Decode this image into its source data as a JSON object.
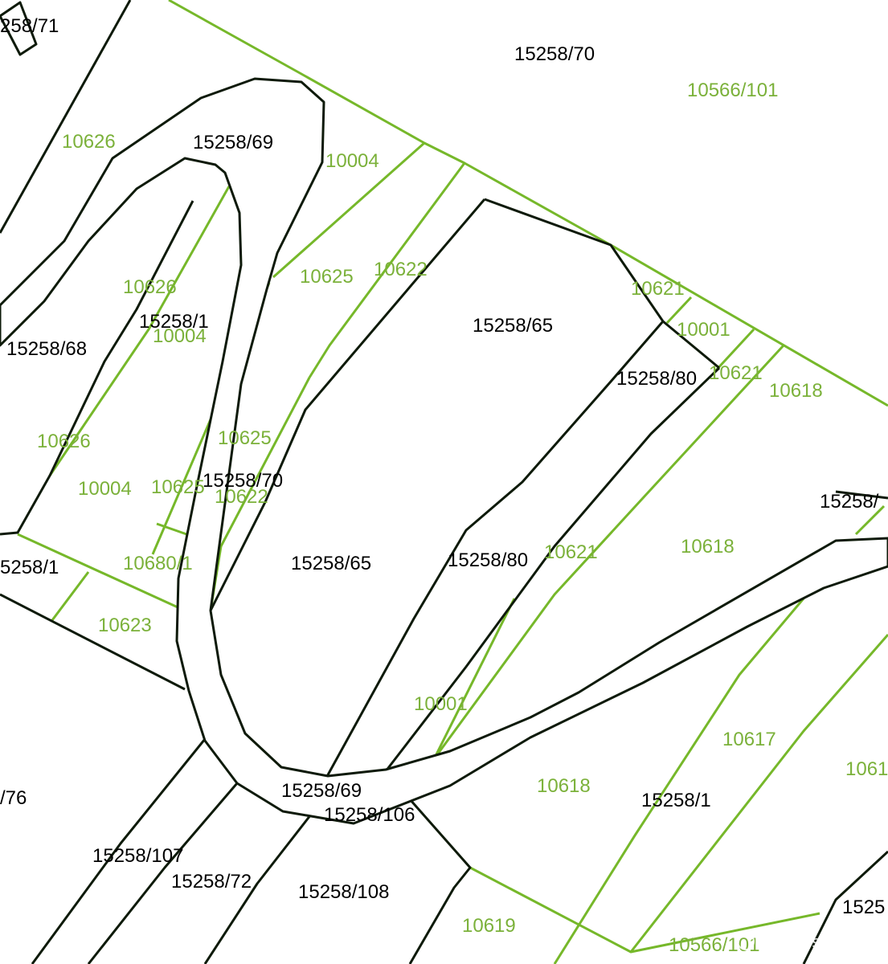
{
  "map": {
    "colors": {
      "cadastre_black": "#0e1a0a",
      "cadastre_green": "#76b82a",
      "label_green": "#7bb13a",
      "background": "#ffffff"
    },
    "labels_black": {
      "p_15258_71": "258/71",
      "p_15258_70_top": "15258/70",
      "p_15258_69_top": "15258/69",
      "p_15258_1_left": "15258/1",
      "p_15258_68": "15258/68",
      "p_15258_65_top": "15258/65",
      "p_15258_80_top": "15258/80",
      "p_15258_70_mid": "15258/70",
      "p_15258_right": "15258/",
      "p_5258_1_edge": "5258/1",
      "p_15258_65_bottom": "15258/65",
      "p_15258_80_bottom": "15258/80",
      "p_76_edge": "/76",
      "p_15258_69_bottom": "15258/69",
      "p_15258_106": "15258/106",
      "p_15258_1_bottom": "15258/1",
      "p_15258_107": "15258/107",
      "p_15258_72": "15258/72",
      "p_15258_108": "15258/108",
      "p_1525_edge": "1525"
    },
    "labels_green": {
      "g_10566_101_top": "10566/101",
      "g_10626_top": "10626",
      "g_10004_top": "10004",
      "g_10626_mid": "10626",
      "g_10625_top": "10625",
      "g_10622_top": "10622",
      "g_10004_mid": "10004",
      "g_10621_top": "10621",
      "g_10001_top": "10001",
      "g_10621_mid": "10621",
      "g_10618_top": "10618",
      "g_10626_low": "10626",
      "g_10625_mid": "10625",
      "g_10004_low": "10004",
      "g_10625_low": "10625",
      "g_10622_low": "10622",
      "g_10680_1": "10680/1",
      "g_10623": "10623",
      "g_10621_low": "10621",
      "g_10618_mid": "10618",
      "g_10001_low": "10001",
      "g_10617": "10617",
      "g_1061_edge": "1061",
      "g_10618_low": "10618",
      "g_10619": "10619",
      "g_10566_101_bottom": "10566/101"
    },
    "watermark": "Bazos.sk"
  }
}
